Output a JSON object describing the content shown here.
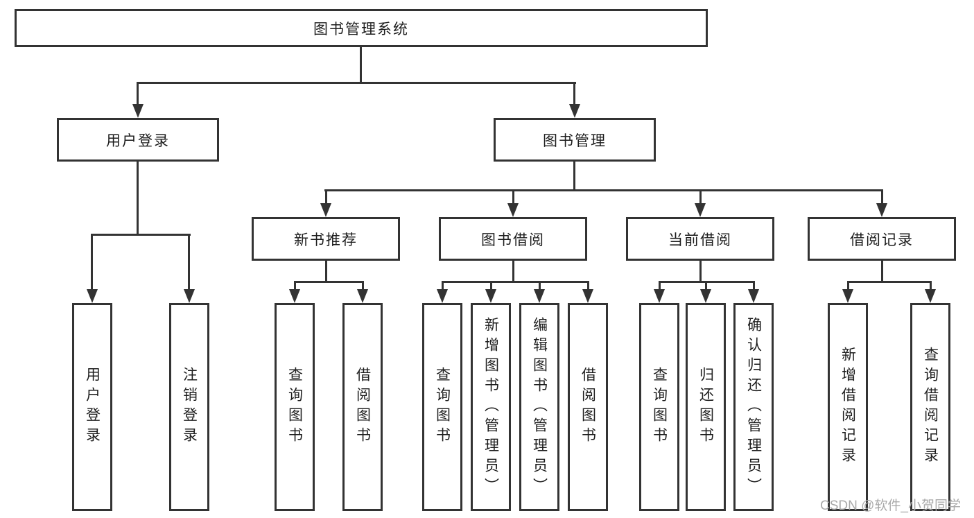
{
  "tree": {
    "label": "图书管理系统",
    "children": [
      {
        "label": "用户登录",
        "children": [
          {
            "label": "用户登录"
          },
          {
            "label": "注销登录"
          }
        ]
      },
      {
        "label": "图书管理",
        "children": [
          {
            "label": "新书推荐",
            "children": [
              {
                "label": "查询图书"
              },
              {
                "label": "借阅图书"
              }
            ]
          },
          {
            "label": "图书借阅",
            "children": [
              {
                "label": "查询图书"
              },
              {
                "label": "新增图书（管理员）"
              },
              {
                "label": "编辑图书（管理员）"
              },
              {
                "label": "借阅图书"
              }
            ]
          },
          {
            "label": "当前借阅",
            "children": [
              {
                "label": "查询图书"
              },
              {
                "label": "归还图书"
              },
              {
                "label": "确认归还（管理员）"
              }
            ]
          },
          {
            "label": "借阅记录",
            "children": [
              {
                "label": "新增借阅记录"
              },
              {
                "label": "查询借阅记录"
              }
            ]
          }
        ]
      }
    ]
  },
  "watermark": {
    "text": "CSDN @软件_小贺同学"
  },
  "colors": {
    "line": "#333333",
    "text": "#1d1d1d",
    "background": "#ffffff",
    "watermark": "#a9a9a9"
  }
}
